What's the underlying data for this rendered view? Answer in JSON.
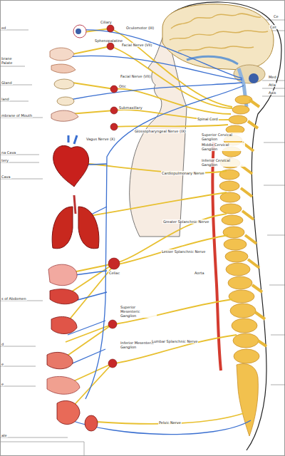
{
  "diagram": {
    "labels": [
      "ed",
      "brane Palate",
      "Gland",
      "land",
      "mbrane of Mouth",
      "na Cava",
      "tery",
      "Cava",
      "s of Abdomen",
      "d",
      "e",
      "e",
      "ale",
      "Ce",
      "Cer",
      "Med",
      "Atla",
      "Axis",
      "Ciliary",
      "Oculomotor (III)",
      "Sphenopalatine",
      "Facial Nerve (VII)",
      "Facial Nerve (VII)",
      "Otic",
      "Submaxillary",
      "Glossopharyngeal Nerve (IX)",
      "Vagus Nerve (X)",
      "Cardiopulmonary Nerve",
      "Greater Splanchnic Nerve",
      "Lesser Splanchnic Nerve",
      "Aorta",
      "Celiac",
      "Superior Mesenteric Ganglion",
      "Inferior Mesenteric Ganglion",
      "Lumbar Splanchnic Nerve",
      "Pelvic Nerve",
      "Spinal Cord",
      "Superior Cervical Ganglion",
      "Middle Cervical Ganglion",
      "Inferior Cervical Ganglion"
    ]
  }
}
